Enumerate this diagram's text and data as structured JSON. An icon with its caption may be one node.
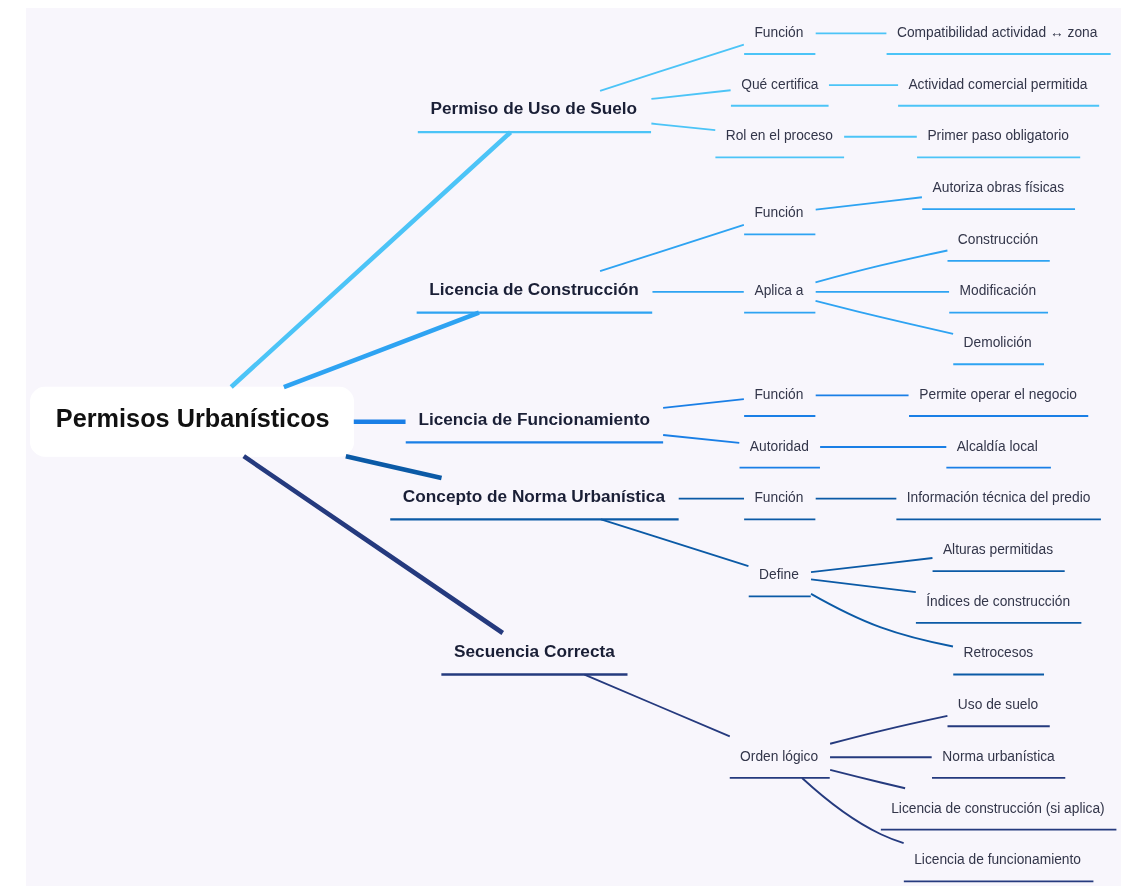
{
  "diagram": {
    "nodes": [
      {
        "text": [
          "Permisos Urbanísticos"
        ]
      },
      {
        "text": [
          "Permiso de Uso de Suelo"
        ]
      },
      {
        "text": [
          "Función"
        ]
      },
      {
        "text": [
          "Compatibilidad actividad ↔ zona"
        ]
      },
      {
        "text": [
          "Qué certifica"
        ]
      },
      {
        "text": [
          "Actividad comercial permitida"
        ]
      },
      {
        "text": [
          "Rol en el proceso"
        ]
      },
      {
        "text": [
          "Primer paso obligatorio"
        ]
      },
      {
        "text": [
          "Licencia de Construcción"
        ]
      },
      {
        "text": [
          "Función"
        ]
      },
      {
        "text": [
          "Autoriza obras físicas"
        ]
      },
      {
        "text": [
          "Aplica a"
        ]
      },
      {
        "text": [
          "Construcción"
        ]
      },
      {
        "text": [
          "Modificación"
        ]
      },
      {
        "text": [
          "Demolición"
        ]
      },
      {
        "text": [
          "Licencia de Funcionamiento"
        ]
      },
      {
        "text": [
          "Función"
        ]
      },
      {
        "text": [
          "Permite operar el negocio"
        ]
      },
      {
        "text": [
          "Autoridad"
        ]
      },
      {
        "text": [
          "Alcaldía local"
        ]
      },
      {
        "text": [
          "Concepto de Norma Urbanística"
        ]
      },
      {
        "text": [
          "Función"
        ]
      },
      {
        "text": [
          "Información técnica del predio"
        ]
      },
      {
        "text": [
          "Define"
        ]
      },
      {
        "text": [
          "Alturas permitidas"
        ]
      },
      {
        "text": [
          "Índices de construcción"
        ]
      },
      {
        "text": [
          "Retrocesos"
        ]
      },
      {
        "text": [
          "Secuencia Correcta"
        ]
      },
      {
        "text": [
          "Orden lógico"
        ]
      },
      {
        "text": [
          "Uso de suelo"
        ]
      },
      {
        "text": [
          "Norma urbanística"
        ]
      },
      {
        "text": [
          "Licencia de construcción (si aplica)"
        ]
      },
      {
        "text": [
          "Licencia de funcionamiento"
        ]
      }
    ],
    "edges": [
      {
        "from": 0,
        "to": 1,
        "arrow": "none",
        "style": "thick",
        "color": "#4cc4f7"
      },
      {
        "from": 1,
        "to": 2,
        "arrow": "none",
        "color": "#4cc4f7"
      },
      {
        "from": 2,
        "to": 3,
        "arrow": "none",
        "color": "#4cc4f7"
      },
      {
        "from": 1,
        "to": 4,
        "arrow": "none",
        "color": "#4cc4f7"
      },
      {
        "from": 4,
        "to": 5,
        "arrow": "none",
        "color": "#4cc4f7"
      },
      {
        "from": 1,
        "to": 6,
        "arrow": "none",
        "color": "#4cc4f7"
      },
      {
        "from": 6,
        "to": 7,
        "arrow": "none",
        "color": "#4cc4f7"
      },
      {
        "from": 0,
        "to": 8,
        "arrow": "none",
        "style": "thick",
        "color": "#2ea3f2"
      },
      {
        "from": 8,
        "to": 9,
        "arrow": "none",
        "color": "#2ea3f2"
      },
      {
        "from": 9,
        "to": 10,
        "arrow": "none",
        "color": "#2ea3f2"
      },
      {
        "from": 8,
        "to": 11,
        "arrow": "none",
        "color": "#2ea3f2"
      },
      {
        "from": 11,
        "to": 12,
        "arrow": "none",
        "color": "#2ea3f2"
      },
      {
        "from": 11,
        "to": 13,
        "arrow": "none",
        "color": "#2ea3f2"
      },
      {
        "from": 11,
        "to": 14,
        "arrow": "none",
        "color": "#2ea3f2"
      },
      {
        "from": 0,
        "to": 15,
        "arrow": "none",
        "style": "thick",
        "color": "#1a7fe6"
      },
      {
        "from": 15,
        "to": 16,
        "arrow": "none",
        "color": "#1a7fe6"
      },
      {
        "from": 16,
        "to": 17,
        "arrow": "none",
        "color": "#1a7fe6"
      },
      {
        "from": 15,
        "to": 18,
        "arrow": "none",
        "color": "#1a7fe6"
      },
      {
        "from": 18,
        "to": 19,
        "arrow": "none",
        "color": "#1a7fe6"
      },
      {
        "from": 0,
        "to": 20,
        "arrow": "none",
        "style": "thick",
        "color": "#0b5aa6"
      },
      {
        "from": 20,
        "to": 21,
        "arrow": "none",
        "color": "#0b5aa6"
      },
      {
        "from": 21,
        "to": 22,
        "arrow": "none",
        "color": "#0b5aa6"
      },
      {
        "from": 20,
        "to": 23,
        "arrow": "none",
        "color": "#0b5aa6"
      },
      {
        "from": 23,
        "to": 24,
        "arrow": "none",
        "color": "#0b5aa6"
      },
      {
        "from": 23,
        "to": 25,
        "arrow": "none",
        "color": "#0b5aa6"
      },
      {
        "from": 23,
        "to": 26,
        "arrow": "none",
        "color": "#0b5aa6"
      },
      {
        "from": 0,
        "to": 27,
        "arrow": "none",
        "style": "thick",
        "color": "#253a7e"
      },
      {
        "from": 27,
        "to": 28,
        "arrow": "none",
        "color": "#253a7e"
      },
      {
        "from": 28,
        "to": 29,
        "arrow": "none",
        "color": "#253a7e"
      },
      {
        "from": 28,
        "to": 30,
        "arrow": "none",
        "color": "#253a7e"
      },
      {
        "from": 28,
        "to": 31,
        "arrow": "none",
        "color": "#253a7e"
      },
      {
        "from": 28,
        "to": 32,
        "arrow": "none",
        "color": "#253a7e"
      }
    ]
  }
}
